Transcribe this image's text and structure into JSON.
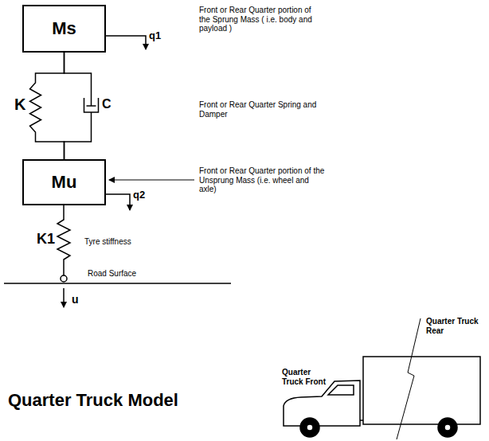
{
  "diagram": {
    "title": "Quarter Truck Model",
    "nodes": [
      {
        "text": [
          "Ms"
        ]
      },
      {
        "text": [
          "Mu"
        ]
      }
    ],
    "edges": [
      {
        "from": 0,
        "to": 1,
        "arrow": "none",
        "label": "K"
      },
      {
        "from": 0,
        "to": 1,
        "arrow": "none",
        "label": "C"
      }
    ],
    "labels": [
      "Front or Rear Quarter portion of the Sprung Mass ( i.e. body and payload )",
      "q1",
      "Front or Rear Quarter Spring and Damper",
      "Front or Rear Quarter portion of the Unsprung Mass (i.e. wheel and axle)",
      "q2",
      "K1",
      "Tyre stiffness",
      "Road Surface",
      "u",
      "Quarter Truck Rear",
      "Quarter Truck Front"
    ]
  }
}
